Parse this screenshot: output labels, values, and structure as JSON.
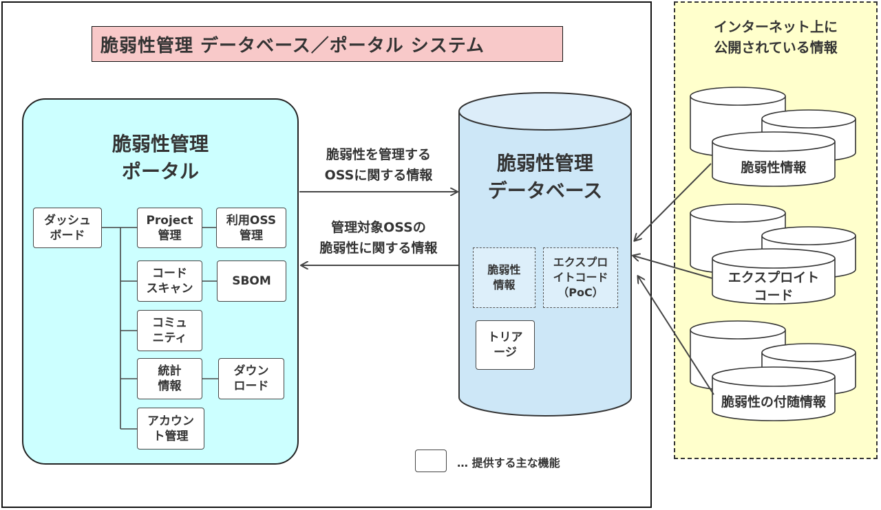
{
  "title": "脆弱性管理 データベース／ポータル システム",
  "portal": {
    "title_line1": "脆弱性管理",
    "title_line2": "ポータル",
    "dashboard": [
      "ダッシュ",
      "ボード"
    ],
    "project": [
      "Project",
      "管理"
    ],
    "oss": [
      "利用OSS",
      "管理"
    ],
    "codescan": [
      "コード",
      "スキャン"
    ],
    "sbom": "SBOM",
    "community": [
      "コミュ",
      "ニティ"
    ],
    "stats": [
      "統計",
      "情報"
    ],
    "download": [
      "ダウン",
      "ロード"
    ],
    "account": [
      "アカウン",
      "ト管理"
    ]
  },
  "arrows": {
    "to_db": [
      "脆弱性を管理する",
      "OSSに関する情報"
    ],
    "to_portal": [
      "管理対象OSSの",
      "脆弱性に関する情報"
    ]
  },
  "database": {
    "title_line1": "脆弱性管理",
    "title_line2": "データベース",
    "vuln": [
      "脆弱性",
      "情報"
    ],
    "exploit": [
      "エクスプロ",
      "イトコード",
      "（PoC）"
    ],
    "triage": [
      "トリア",
      "ージ"
    ]
  },
  "external": {
    "title_line1": "インターネット上に",
    "title_line2": "公開されている情報",
    "sources": [
      [
        "脆弱性情報"
      ],
      [
        "エクスプロイト",
        "コード"
      ],
      [
        "脆弱性の付随情報"
      ]
    ]
  },
  "legend": {
    "text": "… 提供する主な機能"
  },
  "colors": {
    "title_bg": "#f8c9c9",
    "portal_bg": "#ccffff",
    "db_bg": "#cde7f7",
    "external_bg": "#ffffcc"
  }
}
